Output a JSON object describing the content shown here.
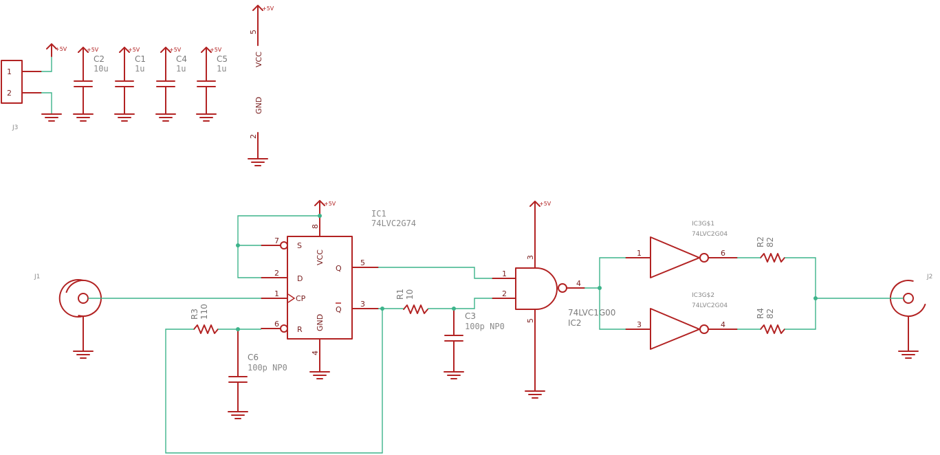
{
  "power": {
    "plus5v": "+5V"
  },
  "j3": {
    "ref": "J3",
    "pin1": "1",
    "pin2": "2"
  },
  "j1": {
    "ref": "J1"
  },
  "j2": {
    "ref": "J2"
  },
  "caps": {
    "c2": {
      "ref": "C2",
      "value": "10u"
    },
    "c1": {
      "ref": "C1",
      "value": "1u"
    },
    "c4": {
      "ref": "C4",
      "value": "1u"
    },
    "c5": {
      "ref": "C5",
      "value": "1u"
    },
    "c3": {
      "ref": "C3",
      "value": "100p NP0"
    },
    "c6": {
      "ref": "C6",
      "value": "100p NP0"
    }
  },
  "pwr_block": {
    "pin5": "5",
    "pin2": "2",
    "vcc": "VCC",
    "gnd": "GND"
  },
  "ic1": {
    "ref": "IC1",
    "value": "74LVC2G74",
    "pins": {
      "p8": "8",
      "p7": "7",
      "p2": "2",
      "p1": "1",
      "p6": "6",
      "p4": "4",
      "p5": "5",
      "p3": "3"
    },
    "labels": {
      "s": "S",
      "d": "D",
      "cp": "CP",
      "r": "R",
      "vcc": "VCC",
      "gnd": "GND",
      "q": "Q",
      "qbar": "Q"
    }
  },
  "ic2": {
    "ref": "IC2",
    "value": "74LVC1G00",
    "pins": {
      "p3": "3",
      "p1": "1",
      "p2": "2",
      "p4": "4",
      "p5": "5"
    }
  },
  "ic3a": {
    "ref": "IC3G$1",
    "value": "74LVC2G04",
    "pin_in": "1",
    "pin_out": "6"
  },
  "ic3b": {
    "ref": "IC3G$2",
    "value": "74LVC2G04",
    "pin_in": "3",
    "pin_out": "4"
  },
  "resistors": {
    "r1": {
      "ref": "R1",
      "value": "10"
    },
    "r2": {
      "ref": "R2",
      "value": "82"
    },
    "r3": {
      "ref": "R3",
      "value": "110"
    },
    "r4": {
      "ref": "R4",
      "value": "82"
    }
  }
}
